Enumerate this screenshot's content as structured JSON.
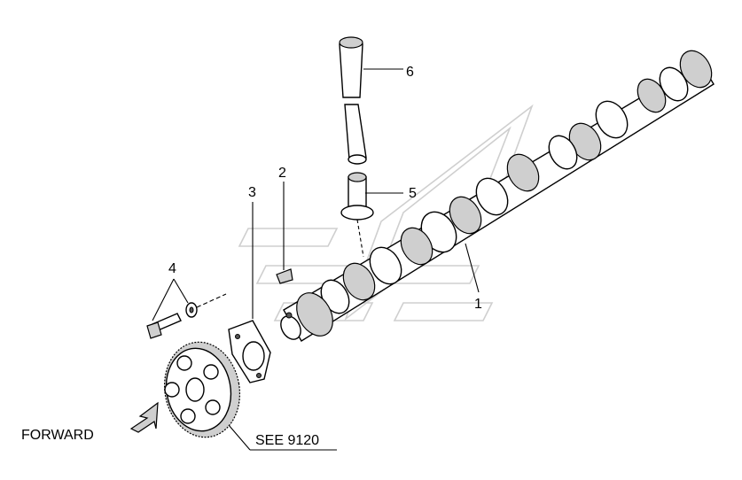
{
  "callouts": {
    "c1": "1",
    "c2": "2",
    "c3": "3",
    "c4": "4",
    "c5": "5",
    "c6": "6"
  },
  "notes": {
    "forward": "FORWARD",
    "see_ref": "SEE 9120"
  },
  "colors": {
    "ink": "#000000",
    "shade": "#cfcfcf",
    "watermark": "#cfcfcf"
  },
  "icons": {
    "forward_arrow": "forward-arrow-icon"
  }
}
